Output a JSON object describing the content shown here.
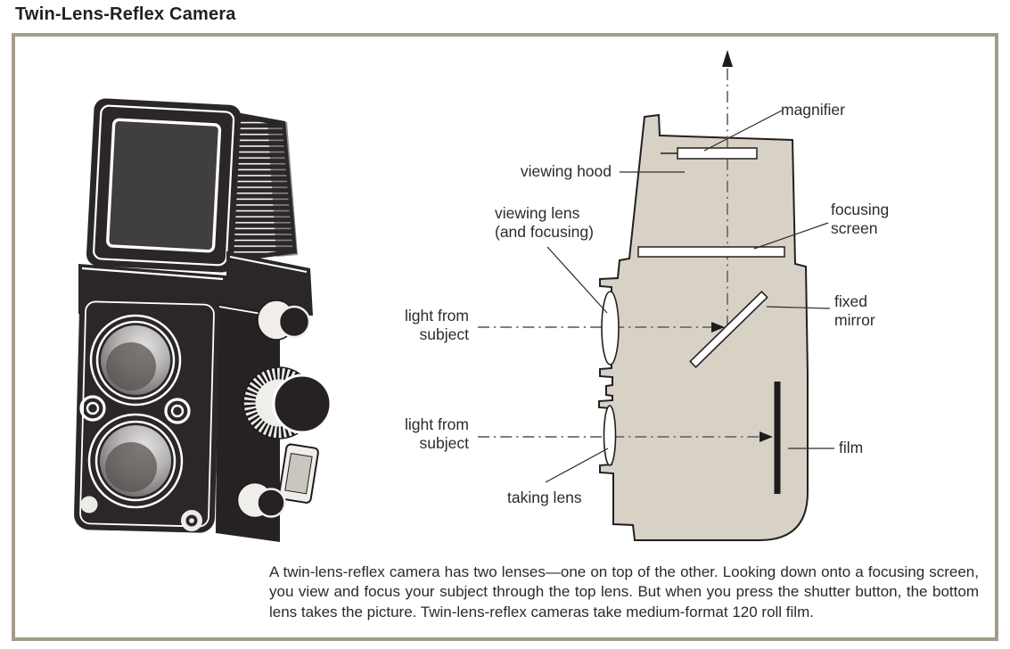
{
  "title": "Twin-Lens-Reflex Camera",
  "figure": {
    "labels": {
      "magnifier": "magnifier",
      "viewing_hood": "viewing hood",
      "viewing_lens_line1": "viewing lens",
      "viewing_lens_line2": "(and focusing)",
      "light_from_subject_line1": "light from",
      "light_from_subject_line2": "subject",
      "taking_lens": "taking lens",
      "focusing_screen_line1": "focusing",
      "focusing_screen_line2": "screen",
      "fixed_mirror_line1": "fixed",
      "fixed_mirror_line2": "mirror",
      "film": "film"
    },
    "caption": "A twin-lens-reflex camera has two lenses—one on top of the other. Looking down onto a focusing screen, you view and focus your subject through the top lens. But when you press the shutter button, the bottom lens takes the picture. Twin-lens-reflex cameras take medium-format 120 roll film.",
    "colors": {
      "frame_border": "#a49c8a",
      "cross_section_fill": "#d8d2c6",
      "outline": "#231f20",
      "light_path_gray": "#6f6c69",
      "camera_black": "#2b2728"
    }
  }
}
